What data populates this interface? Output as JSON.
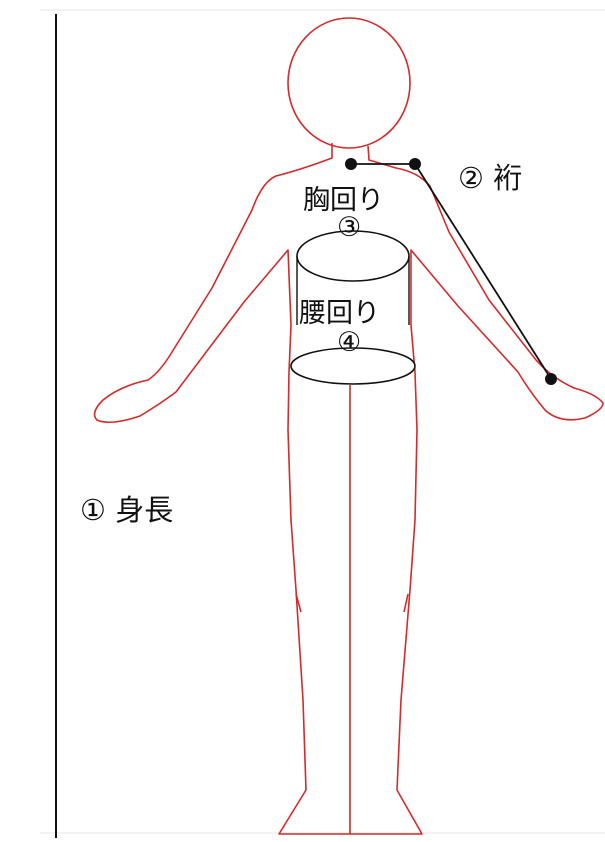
{
  "diagram": {
    "labels": {
      "height": "① 身長",
      "sleeve": "② 裄",
      "chest": "胸回り",
      "chest_num": "③",
      "waist": "腰回り",
      "waist_num": "④"
    },
    "colors": {
      "outline": "#d42a2a",
      "lines": "#111111",
      "background": "#ffffff",
      "rule": "#e6e6e6"
    }
  }
}
